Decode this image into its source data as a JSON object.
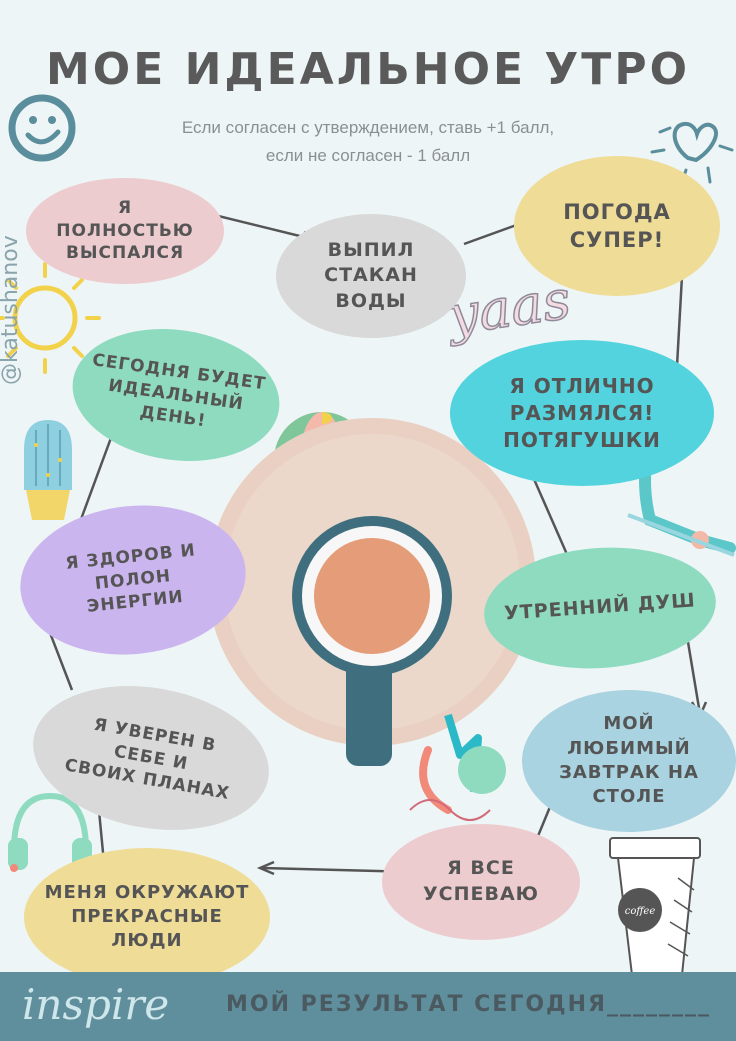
{
  "title": "МОЕ ИДЕАЛЬНОЕ УТРО",
  "subtitle": {
    "line1": "Если согласен с утверждением, ставь +1 балл,",
    "line2": "если не согласен - 1 балл"
  },
  "handle": "@katushanov",
  "yaas": "yaas",
  "steps": [
    {
      "id": "slept",
      "label": "Я\nПОЛНОСТЬЮ\nВЫСПАЛСЯ",
      "color": "#eccccf"
    },
    {
      "id": "water",
      "label": "ВЫПИЛ\nСТАКАН\nВОДЫ",
      "color": "#d9d9d9"
    },
    {
      "id": "weather",
      "label": "ПОГОДА\nСУПЕР!",
      "color": "#efdc97"
    },
    {
      "id": "stretch",
      "label": "Я ОТЛИЧНО\nРАЗМЯЛСЯ!\nПОТЯГУШКИ",
      "color": "#53d3de"
    },
    {
      "id": "shower",
      "label": "УТРЕННИЙ ДУШ",
      "color": "#8edbc0"
    },
    {
      "id": "breakfast",
      "label": "МОЙ\nЛЮБИМЫЙ\nЗАВТРАК НА\nСТОЛЕ",
      "color": "#a9d3e0"
    },
    {
      "id": "manage",
      "label": "Я ВСЕ\nУСПЕВАЮ",
      "color": "#eccccf"
    },
    {
      "id": "people",
      "label": "МЕНЯ ОКРУЖАЮТ\nПРЕКРАСНЫЕ\nЛЮДИ",
      "color": "#efdc97"
    },
    {
      "id": "confident",
      "label": "Я УВЕРЕН В\nСЕБЕ И\nСВОИХ ПЛАНАХ",
      "color": "#d9d9d9"
    },
    {
      "id": "healthy",
      "label": "Я ЗДОРОВ И\nПОЛОН\nЭНЕРГИИ",
      "color": "#cbb5ef"
    },
    {
      "id": "perfect",
      "label": "СЕГОДНЯ БУДЕТ\nИДЕАЛЬНЫЙ\nДЕНЬ!",
      "color": "#8edbc0"
    }
  ],
  "cup": {
    "label": "coffee"
  },
  "footer": {
    "inspire": "inspire",
    "result": "МОЙ РЕЗУЛЬТАТ СЕГОДНЯ________"
  },
  "colors": {
    "background": "#eef5f6",
    "footer": "#5f8f9d",
    "title": "#5a5a5a"
  }
}
